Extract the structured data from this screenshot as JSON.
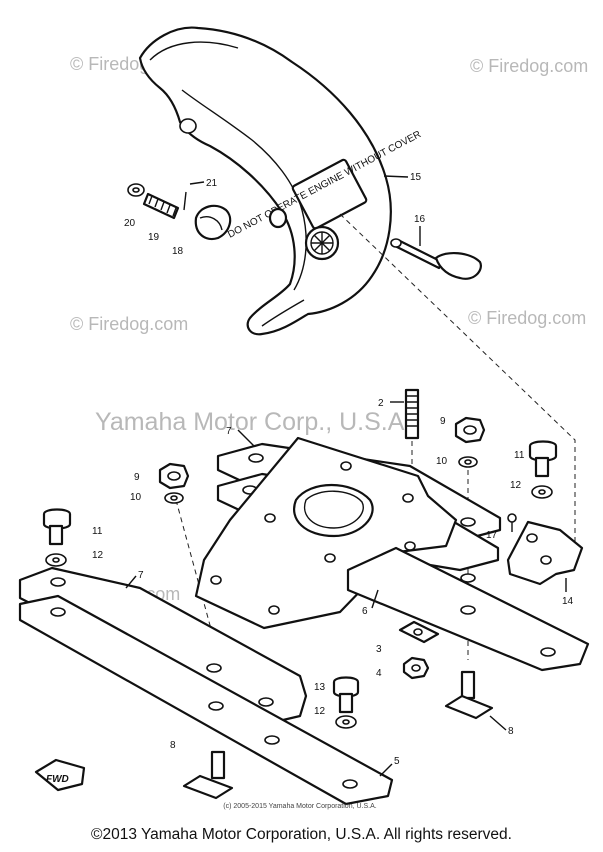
{
  "watermarks": {
    "top_left": "© Firedog.com",
    "top_right": "© Firedog.com",
    "middle_left": "© Firedog.com",
    "middle_right": "© Firedog.com",
    "center": "Yamaha Motor Corp., U.S.A.",
    "lower_left": "© Firedog.com"
  },
  "cover_label": "DO NOT OPERATE ENGINE WITHOUT COVER",
  "callouts": {
    "c15": "15",
    "c21": "21",
    "c20": "20",
    "c19": "19",
    "c18": "18",
    "c16": "16",
    "c2": "2",
    "c7a": "7",
    "c9a": "9",
    "c10a": "10",
    "c11a": "11",
    "c12a": "12",
    "c9b": "9",
    "c10b": "10",
    "c11b": "11",
    "c12b": "12",
    "c7b": "7",
    "c17": "17",
    "c14": "14",
    "c6": "6",
    "c3": "3",
    "c4": "4",
    "c13": "13",
    "c12c": "12",
    "c8a": "8",
    "c8b": "8",
    "c5": "5"
  },
  "fwd_label": "FWD",
  "sub_copyright": "(c) 2005-2015 Yamaha Motor Corporation, U.S.A.",
  "copyright": "©2013 Yamaha Motor Corporation, U.S.A. All rights reserved."
}
